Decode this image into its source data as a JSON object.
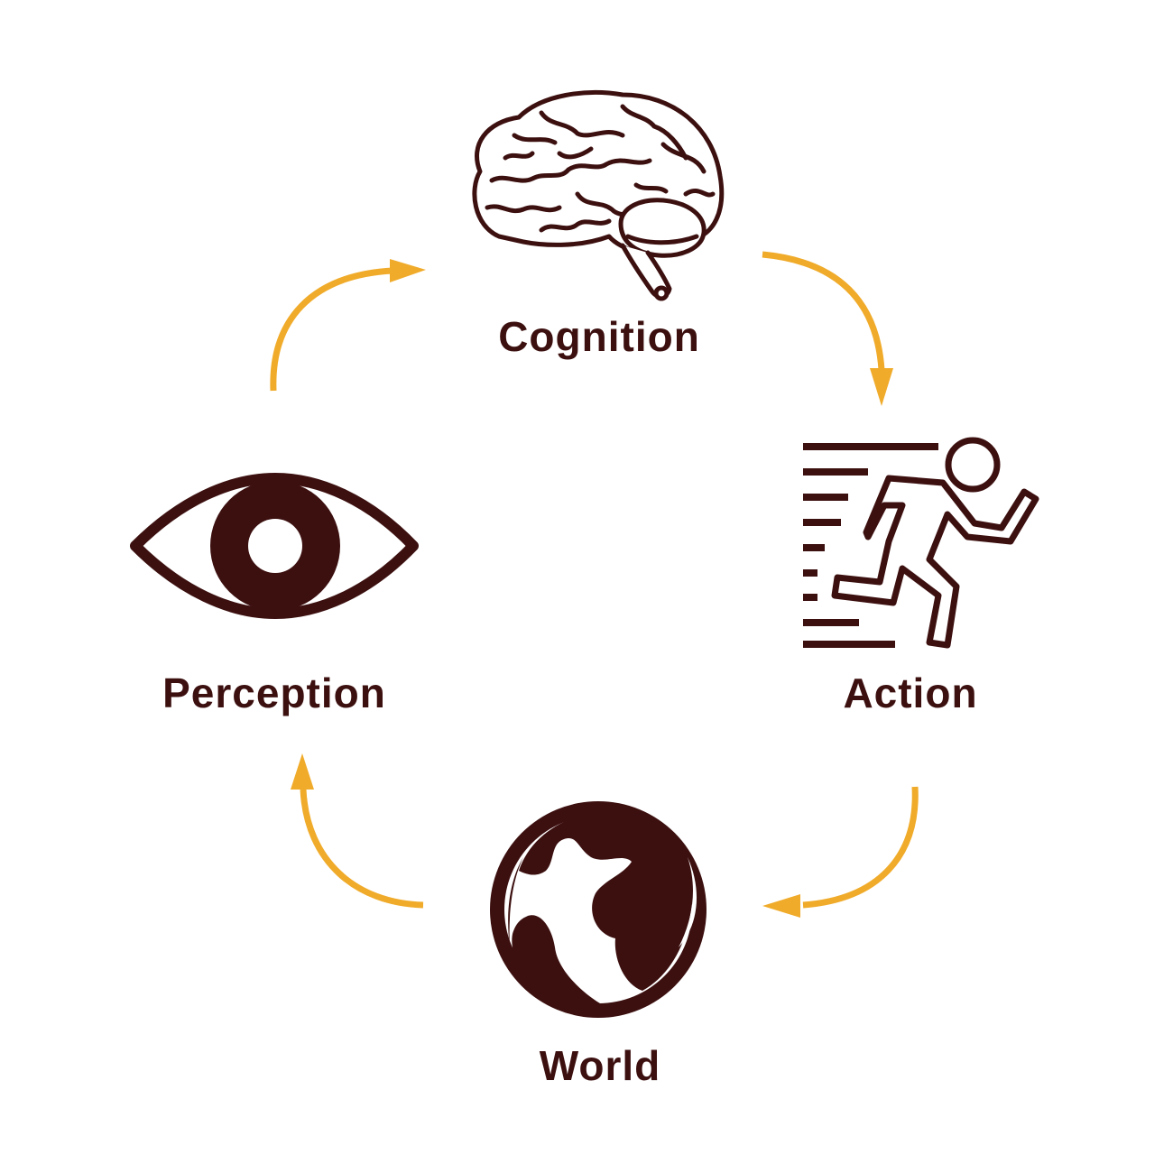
{
  "colors": {
    "icon": "#3d1010",
    "arrow": "#f0ab2a",
    "background": "#ffffff"
  },
  "nodes": [
    {
      "id": "cognition",
      "label": "Cognition",
      "icon": "brain-icon"
    },
    {
      "id": "action",
      "label": "Action",
      "icon": "running-person-icon"
    },
    {
      "id": "world",
      "label": "World",
      "icon": "globe-icon"
    },
    {
      "id": "perception",
      "label": "Perception",
      "icon": "eye-icon"
    }
  ],
  "edges": [
    {
      "from": "cognition",
      "to": "action"
    },
    {
      "from": "action",
      "to": "world"
    },
    {
      "from": "world",
      "to": "perception"
    },
    {
      "from": "perception",
      "to": "cognition"
    }
  ]
}
